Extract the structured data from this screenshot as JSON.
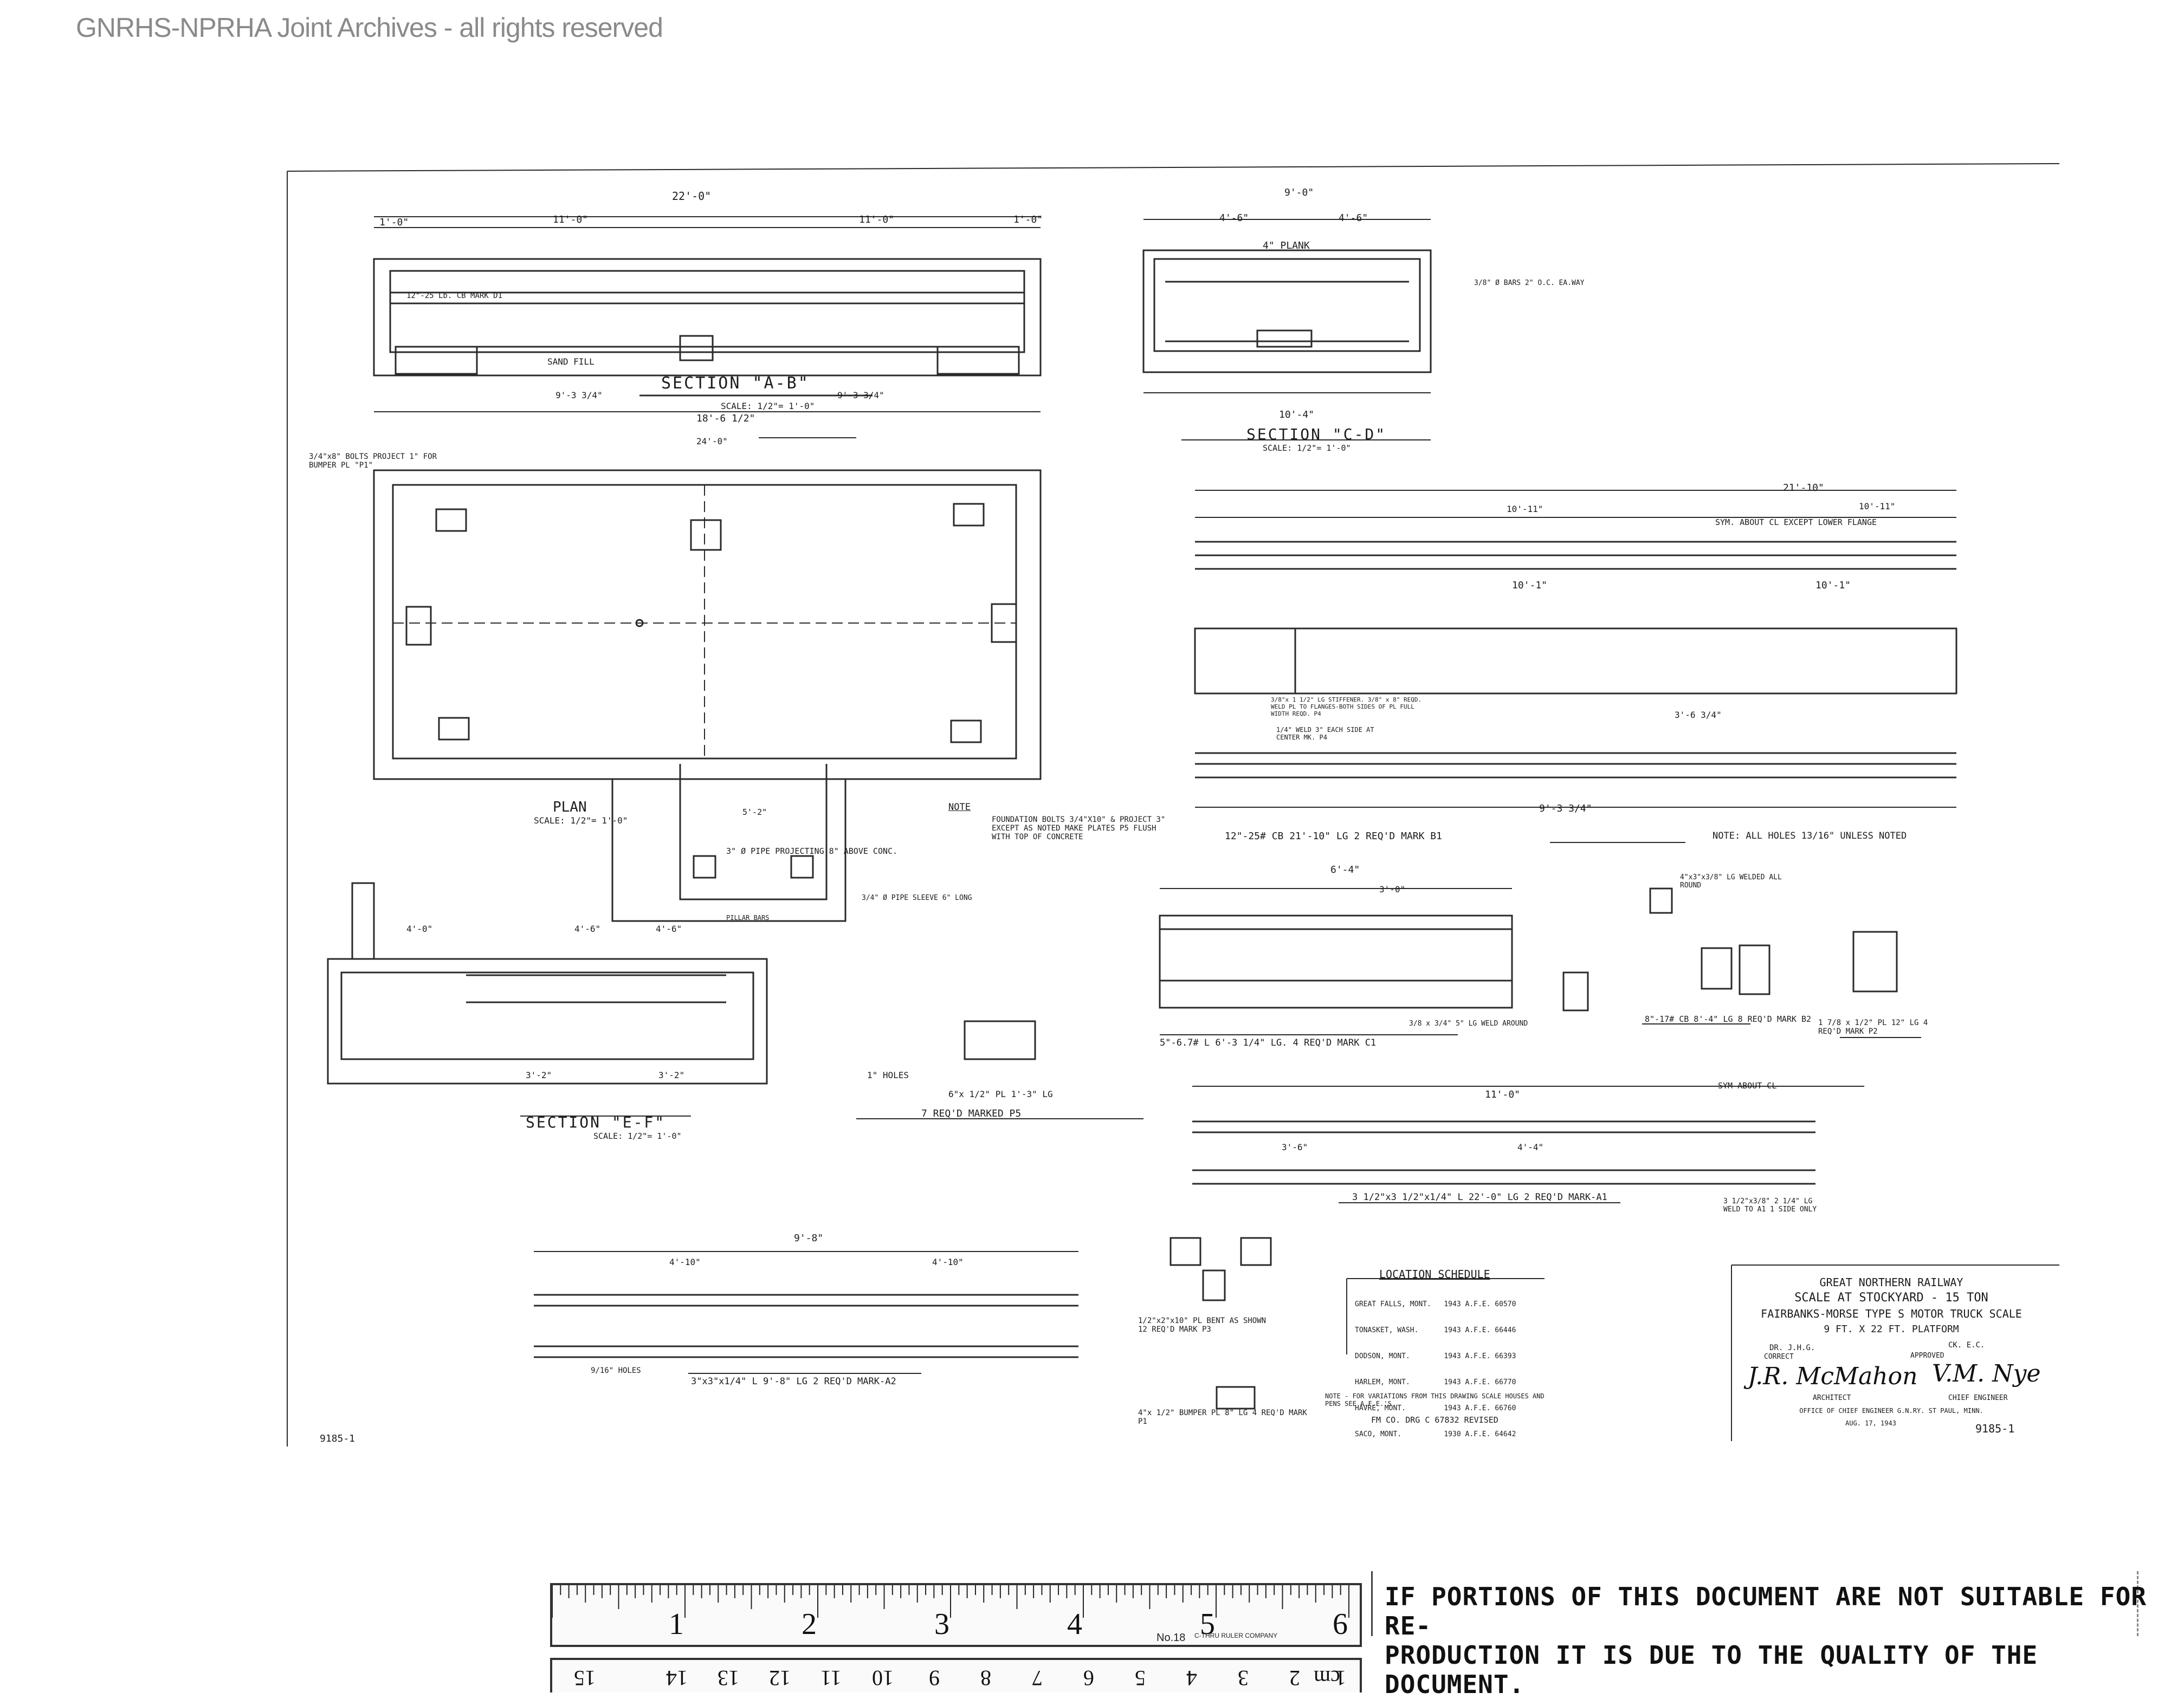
{
  "watermark": "GNRHS-NPRHA Joint Archives - all rights reserved",
  "drawing": {
    "sections": {
      "ab_title": "SECTION \"A-B\"",
      "ab_scale": "SCALE: 1/2\"= 1'-0\"",
      "cd_title": "SECTION \"C-D\"",
      "cd_scale": "SCALE: 1/2\"= 1'-0\"",
      "ef_title": "SECTION \"E-F\"",
      "ef_scale": "SCALE: 1/2\"= 1'-0\"",
      "plan_title": "PLAN",
      "plan_scale": "SCALE: 1/2\"= 1'-0\""
    },
    "dims": {
      "ab_overall": "22'-0\"",
      "ab_left": "11'-0\"",
      "ab_right": "11'-0\"",
      "ab_end_l": "1'-0\"",
      "ab_end_r": "1'-0\"",
      "ab_bottom1": "9'-3 3/4\"",
      "ab_bottom2": "9'-3 3/4\"",
      "ab_bottom3": "18'-6 1/2\"",
      "ab_bottom4": "24'-0\"",
      "cd_overall": "9'-0\"",
      "cd_left": "4'-6\"",
      "cd_right": "4'-6\"",
      "cd_bottom": "10'-4\"",
      "b1_overall": "21'-10\"",
      "b1_half_l": "10'-11\"",
      "b1_half_r": "10'-11\"",
      "b1_seg1": "10'-1\"",
      "b1_seg2": "10'-1\"",
      "b1_seg3": "9'-3 3/4\"",
      "b1_seg4": "3'-6 3/4\"",
      "c1_overall": "6'-4\"",
      "c1_seg": "3'-0\"",
      "a1_overall": "11'-0\"",
      "a1_seg1": "3'-6\"",
      "a1_seg2": "4'-4\"",
      "a2_overall": "9'-8\"",
      "a2_seg": "4'-10\"",
      "ef_top1": "4'-0\"",
      "ef_top2": "4'-6\"",
      "ef_top3": "4'-6\"",
      "ef_bot1": "3'-2\"",
      "ef_bot2": "3'-2\"",
      "pit_w": "5'-2\""
    },
    "labels": {
      "plank_4": "4\" PLANK",
      "bars": "3/8\" Ø BARS 2\" O.C. EA.WAY",
      "sand_fill": "SAND FILL",
      "cb_d1": "12\"-25 Lb. CB MARK D1",
      "bolts_note": "3/4\"x8\" BOLTS PROJECT 1\" FOR BUMPER PL \"P1\"",
      "sym": "SYM. ABOUT CL EXCEPT LOWER FLANGE",
      "stiffener": "3/8\"x 1 1/2\" LG STIFFENER. 3/8\" x 8\" REQD. WELD PL TO FLANGES-BOTH SIDES OF PL FULL WIDTH REQD. P4",
      "weld_each": "1/4\" WELD 3\" EACH SIDE AT CENTER MK. P4",
      "pipe": "3\" Ø PIPE PROJECTING 8\" ABOVE CONC.",
      "pipe_sleeve": "3/4\" Ø PIPE SLEEVE 6\" LONG",
      "pillar_bars": "PILLAR BARS",
      "note_head": "NOTE",
      "note_text": "FOUNDATION BOLTS 3/4\"X10\" & PROJECT 3\" EXCEPT AS NOTED MAKE PLATES P5 FLUSH WITH TOP OF CONCRETE",
      "b1_mark": "12\"-25# CB 21'-10\" LG 2 REQ'D MARK B1",
      "holes_note": "NOTE: ALL HOLES 13/16\" UNLESS NOTED",
      "c1_mark": "5\"-6.7# L 6'-3 1/4\" LG. 4 REQ'D MARK C1",
      "c1_angle": "3/8 x 3/4\" 5\" LG WELD AROUND",
      "angle_weld": "4\"x3\"x3/8\" LG WELDED ALL ROUND",
      "b2_mark": "8\"-17# CB 8'-4\" LG 8 REQ'D MARK B2",
      "p2_mark": "1 7/8 x 1/2\" PL 12\" LG 4 REQ'D MARK P2",
      "holes_1": "1\" HOLES",
      "p5_mark": "6\"x 1/2\" PL 1'-3\" LG",
      "p5_req": "7 REQ'D MARKED P5",
      "a1_sym": "SYM ABOUT CL",
      "a1_mark": "3 1/2\"x3 1/2\"x1/4\" L 22'-0\" LG 2 REQ'D MARK-A1",
      "a1_weld": "3 1/2\"x3/8\" 2 1/4\" LG WELD TO A1 1 SIDE ONLY",
      "a2_holes": "9/16\" HOLES",
      "a2_mark": "3\"x3\"x1/4\" L 9'-8\" LG 2 REQ'D MARK-A2",
      "p3_mark": "1/2\"x2\"x10\" PL BENT AS SHOWN 12 REQ'D MARK P3",
      "p1_mark": "4\"x 1/2\" BUMPER PL 8\" LG 4 REQ'D MARK P1",
      "ref_left": "9185-1",
      "loc_head": "LOCATION SCHEDULE",
      "loc_rows": [
        "GREAT FALLS, MONT.   1943 A.F.E. 60570",
        "TONASKET, WASH.      1943 A.F.E. 66446",
        "DODSON, MONT.        1943 A.F.E. 66393",
        "HARLEM, MONT.        1943 A.F.E. 66770",
        "HAVRE, MONT.         1943 A.F.E. 66760",
        "SACO, MONT.          1930 A.F.E. 64642"
      ],
      "variation_note": "NOTE - FOR VARIATIONS FROM THIS DRAWING SCALE HOUSES AND PENS SEE A.F.E.'S",
      "fm_co": "FM CO. DRG C 67832 REVISED"
    }
  },
  "titleblock": {
    "railway": "GREAT NORTHERN RAILWAY",
    "line1": "SCALE AT STOCKYARD - 15 TON",
    "line2": "FAIRBANKS-MORSE TYPE S MOTOR TRUCK SCALE",
    "line3": "9 FT. X 22 FT. PLATFORM",
    "dr": "DR. J.H.G.",
    "ck": "CK. E.C.",
    "correct": "CORRECT",
    "approved": "APPROVED",
    "architect_sig": "J.R. McMahon",
    "architect": "ARCHITECT",
    "engineer_sig": "V.M. Nye",
    "engineer": "CHIEF ENGINEER",
    "office": "OFFICE OF CHIEF ENGINEER  G.N.RY. ST PAUL, MINN.",
    "date": "AUG. 17, 1943",
    "number": "9185-1"
  },
  "ruler": {
    "inches": [
      "1",
      "2",
      "3",
      "4",
      "5",
      "6"
    ],
    "maker": "No.18",
    "brand": "C-THRU RULER COMPANY",
    "cm_label": "cm",
    "cm": [
      "1",
      "2",
      "3",
      "4",
      "5",
      "6",
      "7",
      "8",
      "9",
      "10",
      "11",
      "12",
      "13",
      "14",
      "15"
    ]
  },
  "notice": {
    "line1": "IF PORTIONS OF THIS DOCUMENT ARE NOT SUITABLE FOR RE-",
    "line2": "PRODUCTION IT IS DUE TO THE QUALITY OF THE DOCUMENT."
  }
}
